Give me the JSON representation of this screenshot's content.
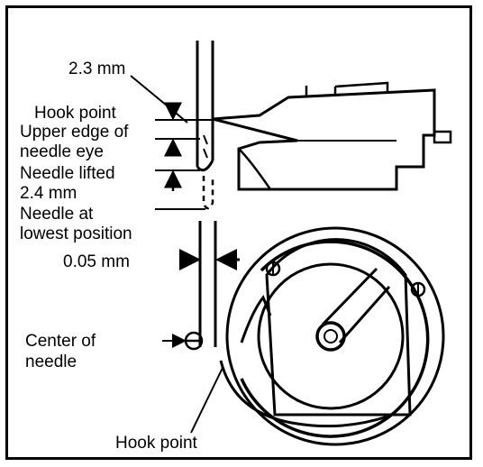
{
  "labels": {
    "gap_upper": "2.3 mm",
    "hook_point_top": "Hook point",
    "upper_edge_line1": "Upper edge of",
    "upper_edge_line2": "needle eye",
    "needle_lifted_line1": "Needle lifted",
    "needle_lifted_line2": "2.4 mm",
    "lowest_line1": "Needle at",
    "lowest_line2": "lowest position",
    "clearance": "0.05 mm",
    "center_line1": "Center of",
    "center_line2": "needle",
    "hook_point_bottom": "Hook point"
  },
  "colors": {
    "ink": "#000000",
    "paper": "#ffffff"
  }
}
